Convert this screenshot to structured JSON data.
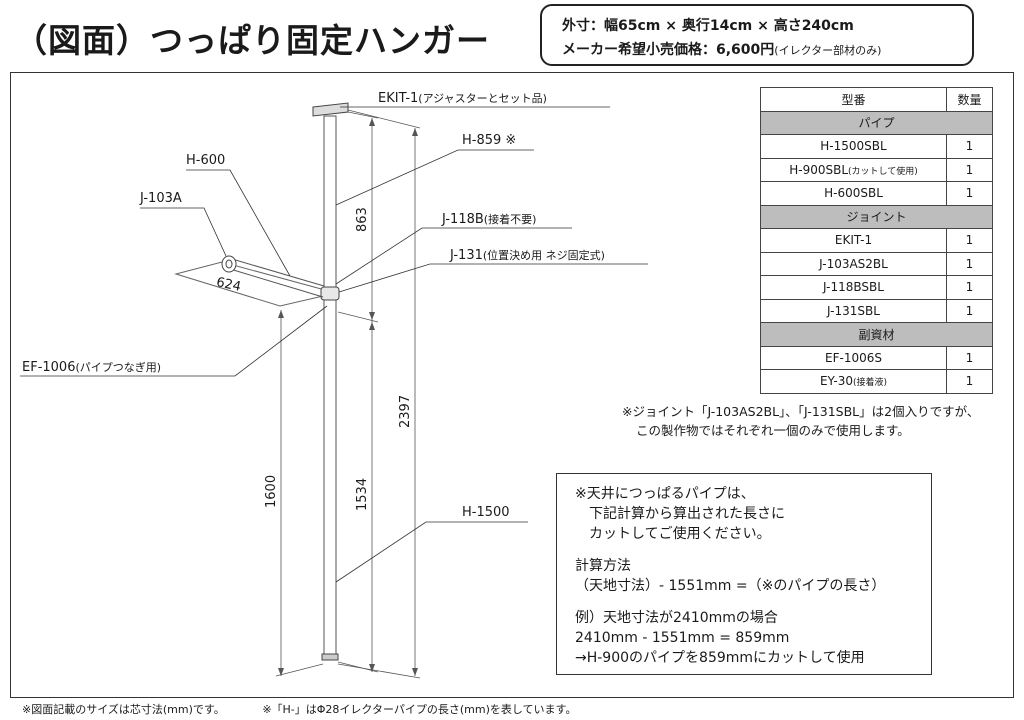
{
  "title": "（図面）つっぱり固定ハンガー",
  "spec": {
    "size_line": "外寸：幅65cm × 奥行14cm × 高さ240cm",
    "price_line": "メーカー希望小売価格：6,600円",
    "price_note": "(イレクター部材のみ)"
  },
  "labels": {
    "ekit": "EKIT-1",
    "ekit_note": "(アジャスターとセット品)",
    "h859": "H-859 ※",
    "h600": "H-600",
    "j103a": "J-103A",
    "j118b": "J-118B",
    "j118b_note": "(接着不要)",
    "j131": "J-131",
    "j131_note": "(位置決め用 ネジ固定式)",
    "dim624": "624",
    "ef1006": "EF-1006",
    "ef1006_note": "(パイプつなぎ用)",
    "h1500": "H-1500",
    "dim863": "863",
    "dim2397": "2397",
    "dim1600": "1600",
    "dim1534": "1534"
  },
  "table": {
    "header": [
      "型番",
      "数量"
    ],
    "sections": [
      {
        "category": "パイプ",
        "rows": [
          {
            "model": "H-1500SBL",
            "note": "",
            "qty": "1"
          },
          {
            "model": "H-900SBL",
            "note": "(カットして使用)",
            "qty": "1"
          },
          {
            "model": "H-600SBL",
            "note": "",
            "qty": "1"
          }
        ]
      },
      {
        "category": "ジョイント",
        "rows": [
          {
            "model": "EKIT-1",
            "note": "",
            "qty": "1"
          },
          {
            "model": "J-103AS2BL",
            "note": "",
            "qty": "1"
          },
          {
            "model": "J-118BSBL",
            "note": "",
            "qty": "1"
          },
          {
            "model": "J-131SBL",
            "note": "",
            "qty": "1"
          }
        ]
      },
      {
        "category": "副資材",
        "rows": [
          {
            "model": "EF-1006S",
            "note": "",
            "qty": "1"
          },
          {
            "model": "EY-30",
            "note": "(接着液)",
            "qty": "1"
          }
        ]
      }
    ]
  },
  "table_note": {
    "line1": "※ジョイント「J-103AS2BL」、「J-131SBL」は2個入りですが、",
    "line2": "この製作物ではそれぞれ一個のみで使用します。"
  },
  "calc": {
    "line1": "※天井につっぱるパイプは、",
    "line2": "下記計算から算出された長さに",
    "line3": "カットしてご使用ください。",
    "line4": "計算方法",
    "line5": "（天地寸法）- 1551mm =（※のパイプの長さ）",
    "line6": "例）天地寸法が2410mmの場合",
    "line7": "2410mm - 1551mm = 859mm",
    "line8": "→H-900のパイプを859mmにカットして使用"
  },
  "footer": {
    "note1": "※図面記載のサイズは芯寸法(mm)です。",
    "note2": "※「H-」はΦ28イレクターパイプの長さ(mm)を表しています。"
  }
}
